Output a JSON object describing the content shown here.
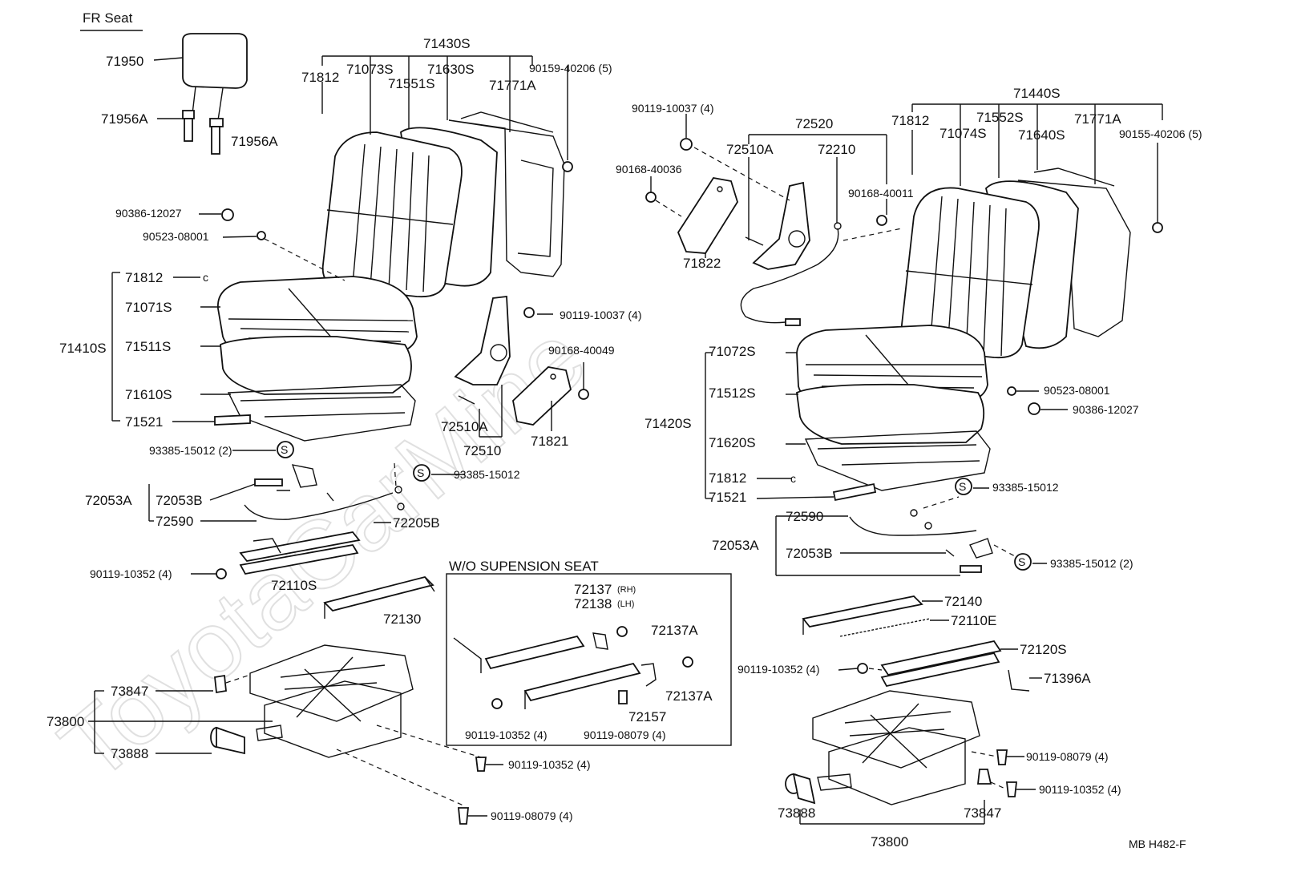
{
  "header": {
    "section": "FR  Seat"
  },
  "footer": {
    "code": "MB  H482-F"
  },
  "watermark": {
    "text": "ToyotaCarMine"
  },
  "inset": {
    "title": "W/O  SUPENSION  SEAT"
  },
  "labels": {
    "p71950": "71950",
    "p71956A_1": "71956A",
    "p71956A_2": "71956A",
    "p71430S": "71430S",
    "p71812_a": "71812",
    "p71073S": "71073S",
    "p71630S": "71630S",
    "p90159": "90159-40206 (5)",
    "p71551S": "71551S",
    "p71771A_a": "71771A",
    "p90386_a": "90386-12027",
    "p90523_a": "90523-08001",
    "p71812_b": "71812",
    "p71071S": "71071S",
    "p71410S": "71410S",
    "p71511S": "71511S",
    "p71610S": "71610S",
    "p71521_a": "71521",
    "p93385_a": "93385-15012 (2)",
    "p93385_b": "93385-15012",
    "p90119_37a": "90119-10037 (4)",
    "p90168_49": "90168-40049",
    "p72510A_a": "72510A",
    "p72510_a": "72510",
    "p71821": "71821",
    "p72053A_a": "72053A",
    "p72053B_a": "72053B",
    "p72590_a": "72590",
    "p72205B": "72205B",
    "p90119_352a": "90119-10352 (4)",
    "p72110S": "72110S",
    "p72130": "72130",
    "p72137": "72137",
    "p72137_rh": "(RH)",
    "p72138": "72138",
    "p72138_lh": "(LH)",
    "p72137A_1": "72137A",
    "p72137A_2": "72137A",
    "p72157": "72157",
    "p90119_352b": "90119-10352 (4)",
    "p90119_079a": "90119-08079 (4)",
    "p73847_a": "73847",
    "p73800_a": "73800",
    "p73888_a": "73888",
    "p90119_352c": "90119-10352 (4)",
    "p90119_079b": "90119-08079 (4)",
    "p90119_37b": "90119-10037 (4)",
    "p72520": "72520",
    "p72510A_b": "72510A",
    "p72210": "72210",
    "p90168_36": "90168-40036",
    "p90168_11": "90168-40011",
    "p71822": "71822",
    "p71440S": "71440S",
    "p71812_c": "71812",
    "p71552S": "71552S",
    "p71074S": "71074S",
    "p71640S": "71640S",
    "p71771A_b": "71771A",
    "p90155": "90155-40206 (5)",
    "p71072S": "71072S",
    "p90523_b": "90523-08001",
    "p90386_b": "90386-12027",
    "p71512S": "71512S",
    "p71420S": "71420S",
    "p71620S": "71620S",
    "p71812_d": "71812",
    "p71521_b": "71521",
    "p93385_c": "93385-15012",
    "p72590_b": "72590",
    "p72053A_b": "72053A",
    "p72053B_b": "72053B",
    "p93385_d": "93385-15012 (2)",
    "p72140": "72140",
    "p72110E": "72110E",
    "p72120S": "72120S",
    "p90119_352d": "90119-10352 (4)",
    "p71396A": "71396A",
    "p90119_079c": "90119-08079 (4)",
    "p90119_352e": "90119-10352 (4)",
    "p73888_b": "73888",
    "p73847_b": "73847",
    "p73800_b": "73800"
  }
}
